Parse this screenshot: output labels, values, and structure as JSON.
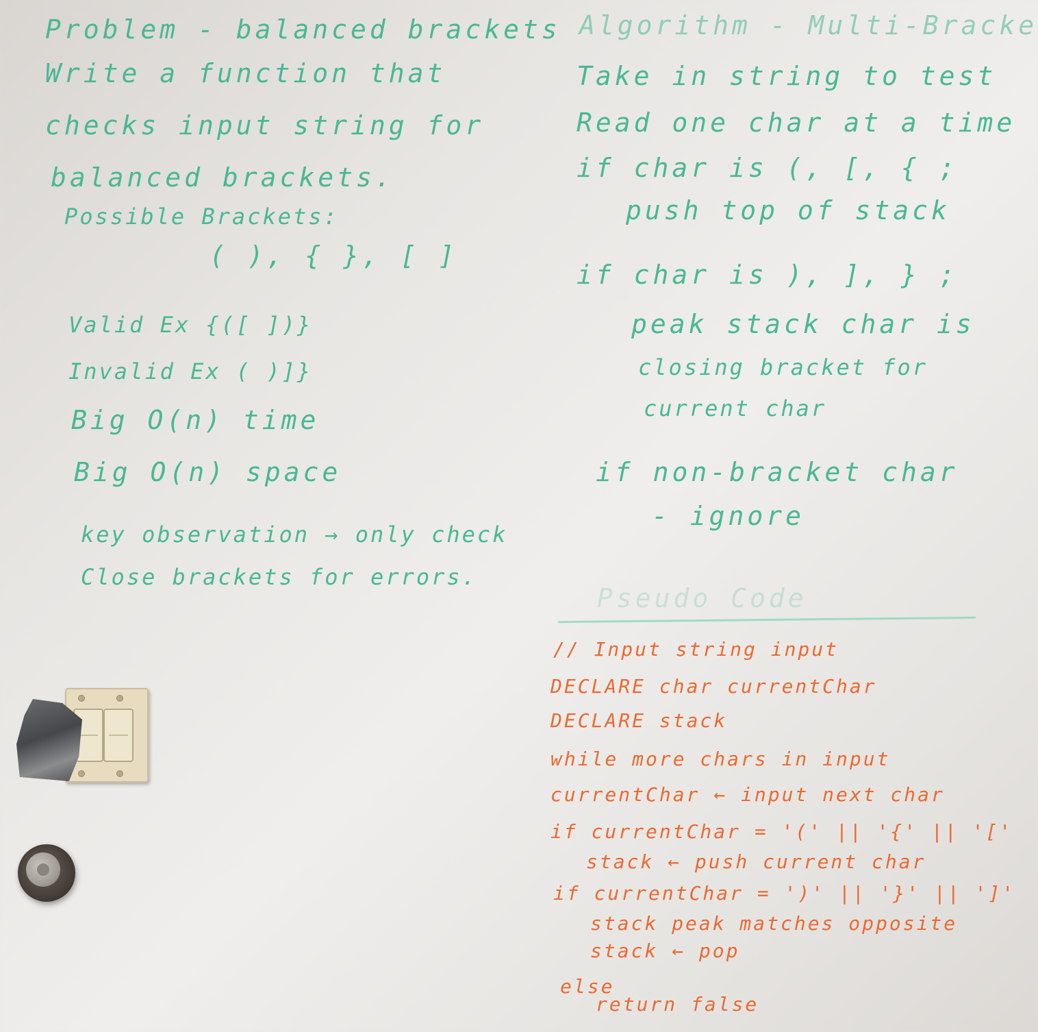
{
  "left_notes": {
    "title": "Problem - balanced brackets",
    "line1": "Write a function that",
    "line2": "checks input string for",
    "line3": "balanced brackets.",
    "possible": "Possible Brackets:",
    "brackets": "( ), { }, [ ]",
    "valid": "Valid Ex {([ ])}",
    "invalid": "Invalid Ex ( )]}",
    "time": "Big O(n) time",
    "space": "Big O(n) space",
    "key1": "key observation → only check",
    "key2": "Close brackets for errors."
  },
  "right_notes": {
    "title": "Algorithm - Multi-Bracket",
    "step1": "Take in string to test",
    "step2": "Read one char at a time",
    "step3": "if char is (, [, { ;",
    "step3b": "push top of stack",
    "step4": "if char is ), ], } ;",
    "step4b": "peak stack char is",
    "step4c": "closing bracket for",
    "step4d": "current char",
    "step5": "if non-bracket char",
    "step5b": "- ignore",
    "pseudo_heading": "Pseudo Code"
  },
  "pseudocode": {
    "l1": "// Input string input",
    "l2": "DECLARE char currentChar",
    "l3": "DECLARE stack",
    "l4": "while more chars in input",
    "l5": "currentChar ← input next char",
    "l6": "if currentChar = '(' || '{' || '['",
    "l7": "stack ← push current char",
    "l8": "if currentChar = ')' || '}' || ']'",
    "l9": "stack peak matches opposite",
    "l10": "stack ← pop",
    "l11": "else",
    "l12": "return false"
  },
  "colors": {
    "green_marker": "#49b894",
    "orange_marker": "#ea6a32",
    "board": "#e8e6e3"
  }
}
